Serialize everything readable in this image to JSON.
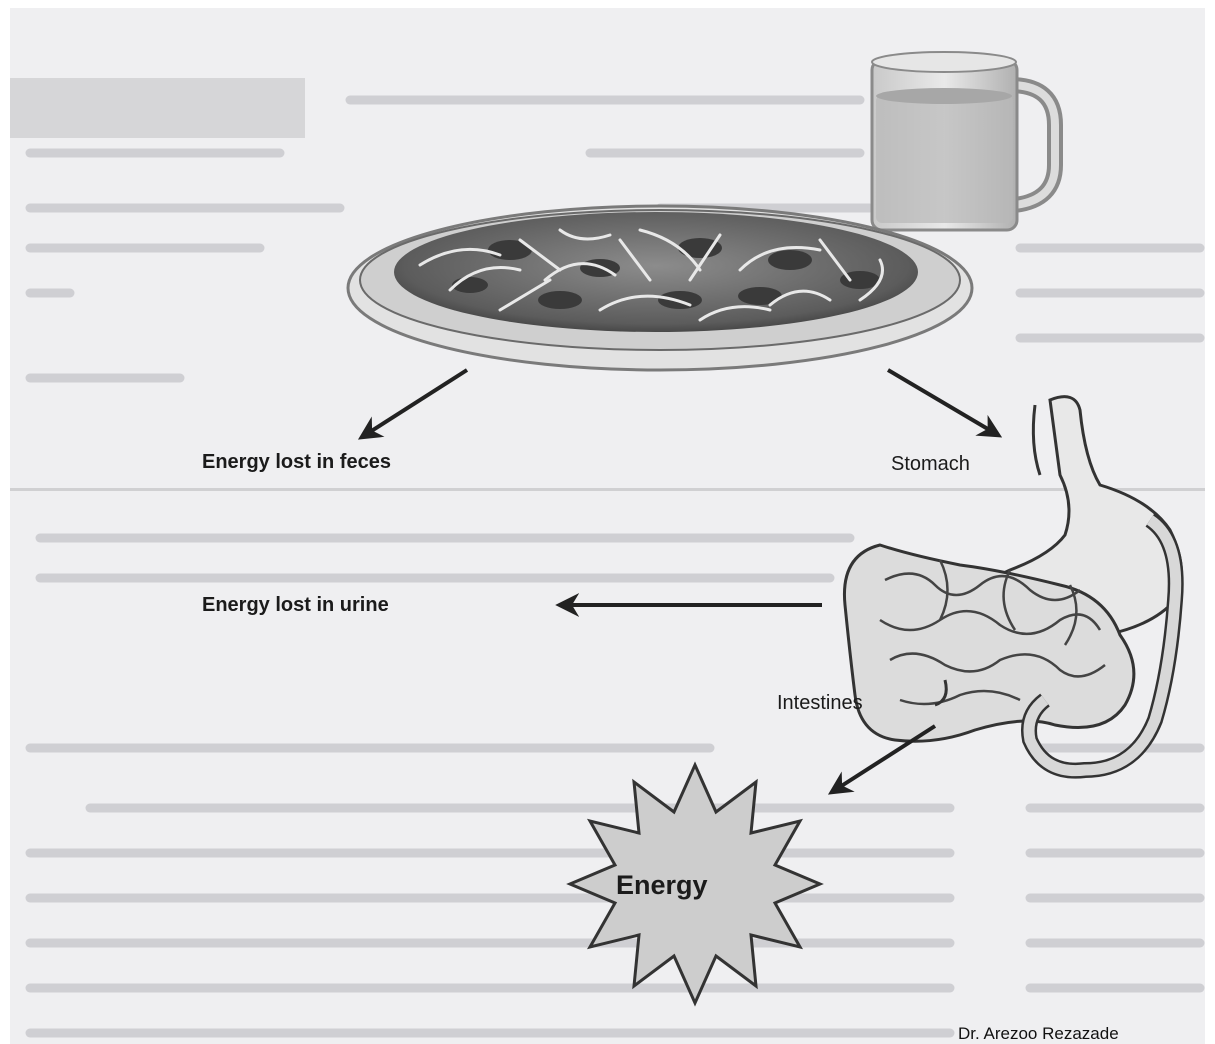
{
  "diagram": {
    "nodes": {
      "feces": "Energy lost in feces",
      "stomach": "Stomach",
      "urine": "Energy lost in urine",
      "intestines": "Intestines",
      "energy": "Energy"
    }
  },
  "credit": "Dr. Arezoo Rezazade",
  "icons": [
    "pizza-icon",
    "mug-icon",
    "digestive-tract-icon",
    "starburst-icon",
    "arrow-icon"
  ]
}
